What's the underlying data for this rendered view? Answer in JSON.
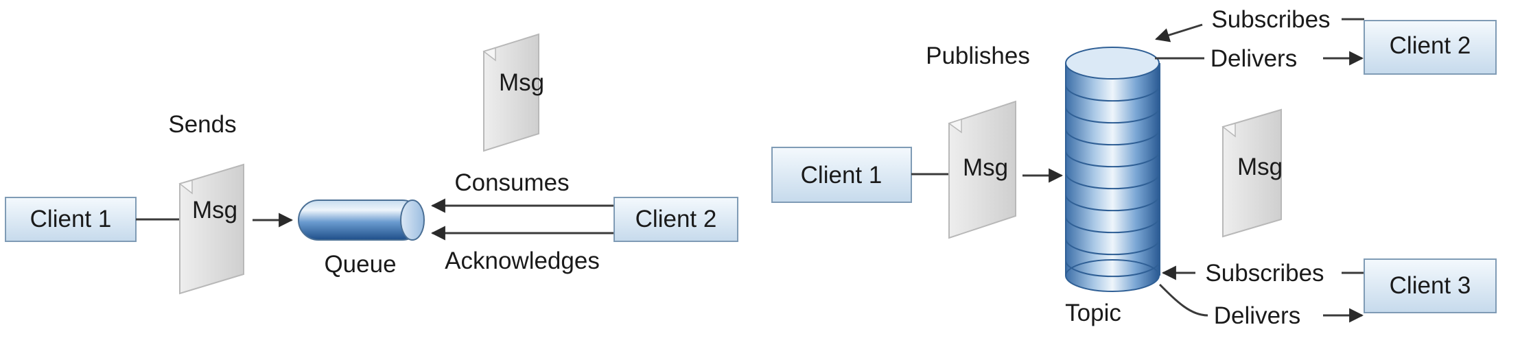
{
  "point_to_point": {
    "sender": "Client 1",
    "send_label": "Sends",
    "message": "Msg",
    "queue_label": "Queue",
    "receiver": "Client 2",
    "consume_label": "Consumes",
    "ack_label": "Acknowledges",
    "floating_message": "Msg"
  },
  "publish_subscribe": {
    "publisher": "Client 1",
    "publish_label": "Publishes",
    "message": "Msg",
    "topic_label": "Topic",
    "subscriber_a": "Client 2",
    "subscriber_b": "Client 3",
    "subscribe_label_a": "Subscribes",
    "deliver_label_a": "Delivers",
    "subscribe_label_b": "Subscribes",
    "deliver_label_b": "Delivers",
    "floating_message": "Msg"
  },
  "colors": {
    "client_box_top": "#f4f9fd",
    "client_box_bottom": "#c6daec",
    "client_box_border": "#7f9bb5",
    "message_doc": "#d9d9d9",
    "queue_blue": "#4f86c0",
    "line": "#3a3a3a"
  }
}
